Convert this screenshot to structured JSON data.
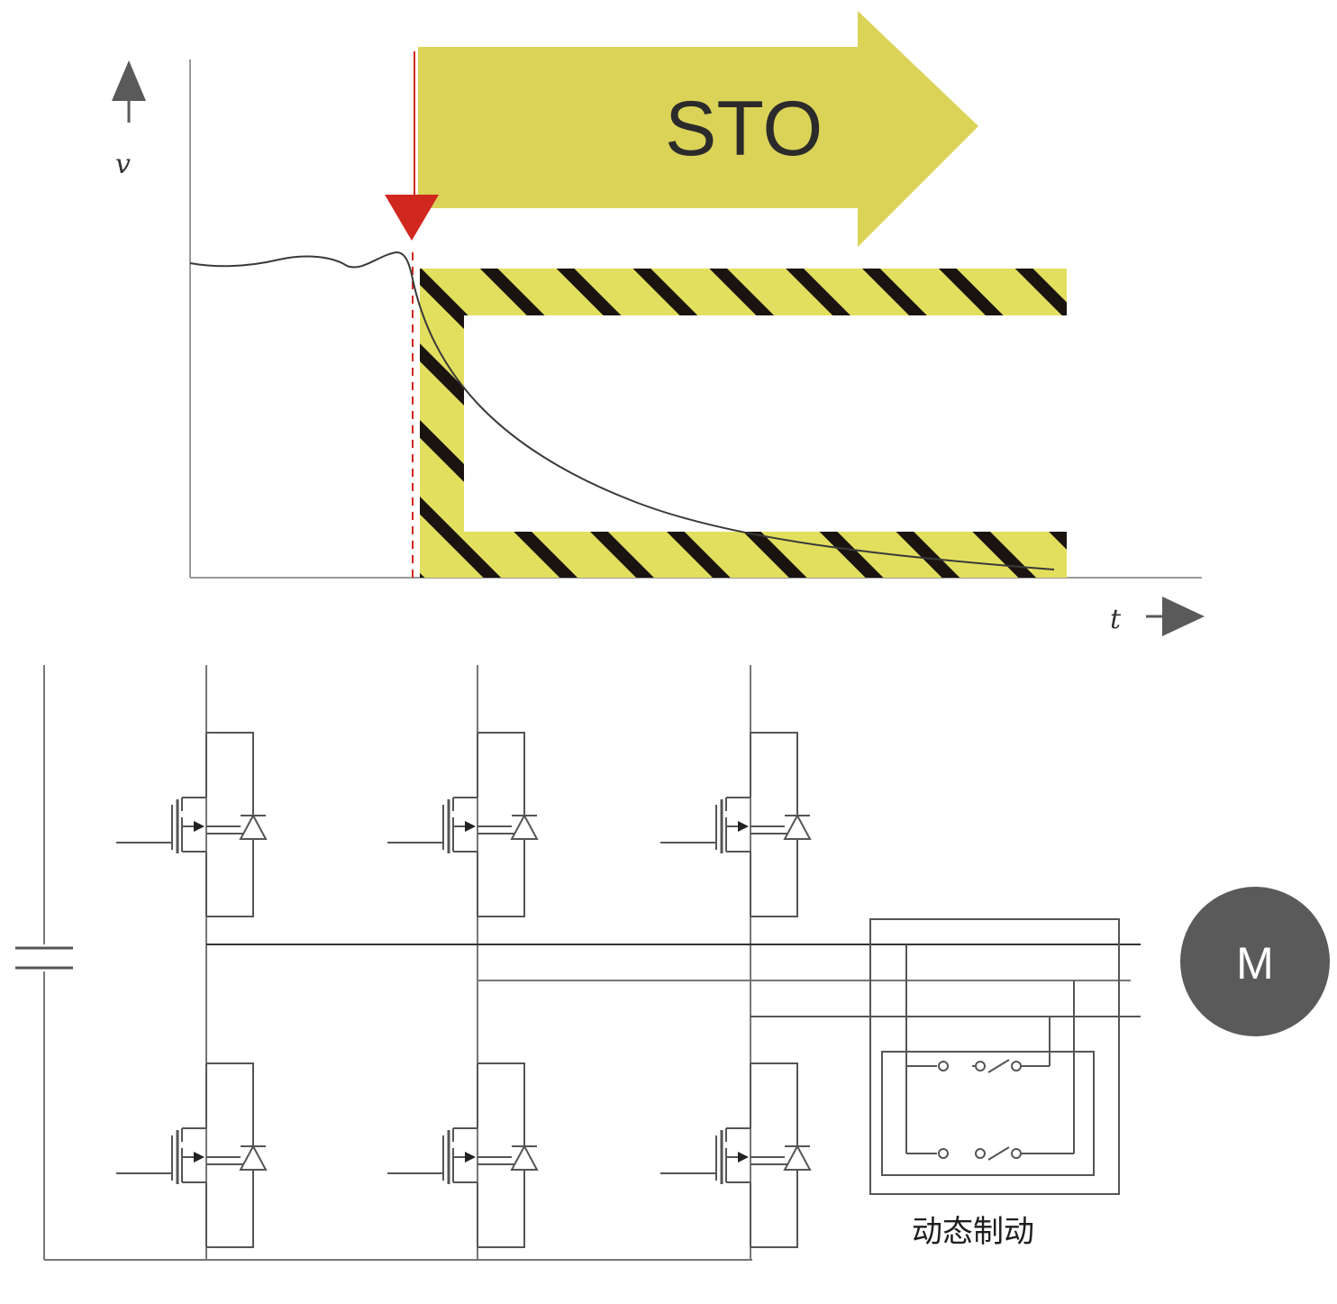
{
  "graph": {
    "y_axis_label": "v",
    "x_axis_label": "t",
    "sto_label": "STO"
  },
  "circuit": {
    "motor_label": "M",
    "brake_label": "动态制动"
  },
  "colors": {
    "arrow_fill": "#dbd358",
    "hatch_fill": "#e3df5e",
    "hatch_stripe": "#1a1411",
    "trigger_red": "#d0271f",
    "axis_gray": "#5a5a5a",
    "motor_fill": "#5a5a5a",
    "wire": "#555555"
  }
}
